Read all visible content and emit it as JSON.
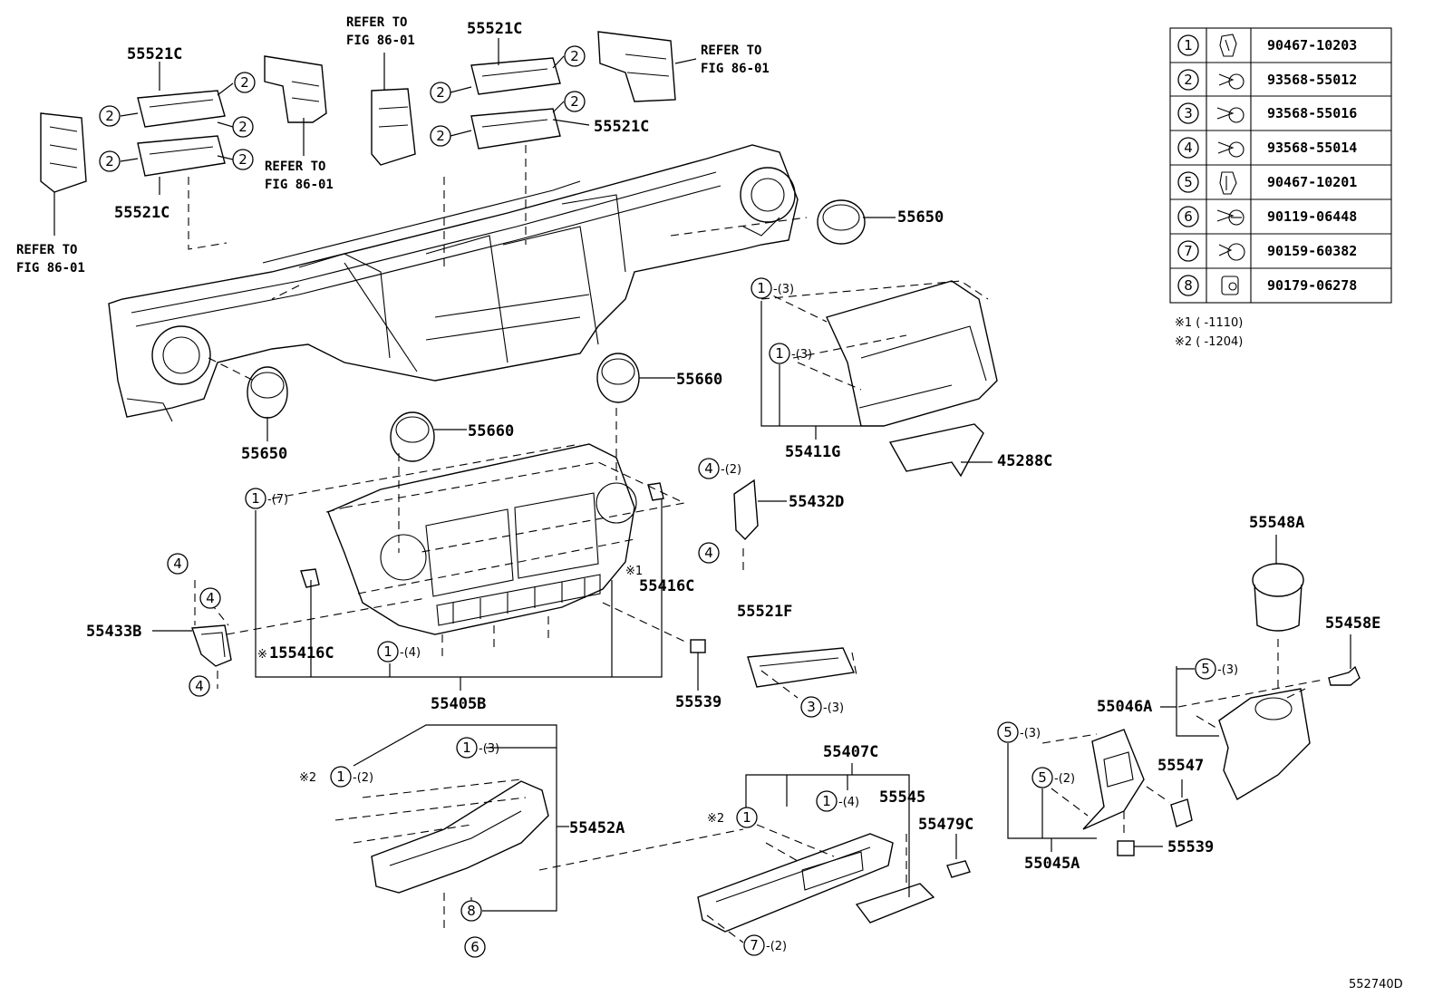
{
  "diagram_id": "552740D",
  "refer_text": [
    "REFER TO",
    "FIG 86-01"
  ],
  "notes": {
    "mark": "※",
    "n1": "※1 (    -1110)",
    "n2": "※2 (    -1204)",
    "m1": "※1",
    "m2": "※2"
  },
  "fastener_table": [
    {
      "n": "1",
      "part": "90467-10203"
    },
    {
      "n": "2",
      "part": "93568-55012"
    },
    {
      "n": "3",
      "part": "93568-55016"
    },
    {
      "n": "4",
      "part": "93568-55014"
    },
    {
      "n": "5",
      "part": "90467-10201"
    },
    {
      "n": "6",
      "part": "90119-06448"
    },
    {
      "n": "7",
      "part": "90159-60382"
    },
    {
      "n": "8",
      "part": "90179-06278"
    }
  ],
  "parts": {
    "p55521C": "55521C",
    "p55650": "55650",
    "p55660": "55660",
    "p55411G": "55411G",
    "p45288C": "45288C",
    "p55432D": "55432D",
    "p55416C": "55416C",
    "p55416C_n": "155416C",
    "p55433B": "55433B",
    "p55405B": "55405B",
    "p55539": "55539",
    "p55521F": "55521F",
    "p55548A": "55548A",
    "p55458E": "55458E",
    "p55046A": "55046A",
    "p55547": "55547",
    "p55045A": "55045A",
    "p55407C": "55407C",
    "p55545": "55545",
    "p55479C": "55479C",
    "p55452A": "55452A"
  },
  "qty": {
    "q2": "-(2)",
    "q3": "-(3)",
    "q4": "-(4)",
    "q7": "-(7)"
  },
  "callout_nums": [
    "1",
    "2",
    "3",
    "4",
    "5",
    "6",
    "7",
    "8"
  ]
}
